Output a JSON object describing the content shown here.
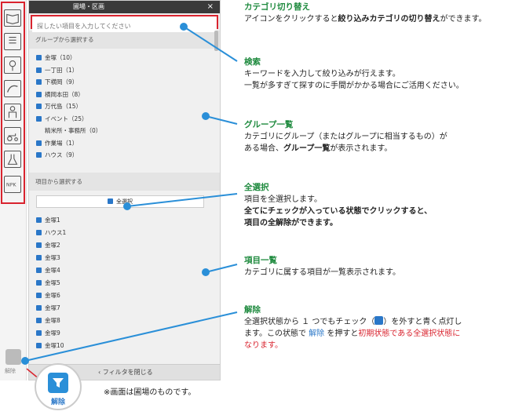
{
  "panel": {
    "title": "圃場・区画",
    "close": "×",
    "search_placeholder": "探したい項目を入力してください",
    "group_section": "グループから選択する",
    "groups": [
      "金塚（10）",
      "一丁田（1）",
      "下横岡（9）",
      "横岡本田（8）",
      "万代島（15）",
      "イベント（25）"
    ],
    "group_nocb": "精米所・事務所（0）",
    "groups2": [
      "作業場（1）",
      "ハウス（9）"
    ],
    "item_section": "項目から選択する",
    "select_all": "全選択",
    "items": [
      "金塚1",
      "ハウス1",
      "金塚2",
      "金塚3",
      "金塚4",
      "金塚5",
      "金塚6",
      "金塚7",
      "金塚8",
      "金塚9",
      "金塚10"
    ],
    "footer": "‹ フィルタを閉じる",
    "rail_filter_label": "解除"
  },
  "annotations": {
    "category": {
      "title": "カテゴリ切り替え",
      "l1a": "アイコンをクリックすると",
      "l1b": "絞り込みカテゴリの切り替え",
      "l1c": "ができます。"
    },
    "search": {
      "title": "検索",
      "l1": "キーワードを入力して絞り込みが行えます。",
      "l2": "一覧が多すぎて探すのに手間がかかる場合にご活用ください。"
    },
    "group": {
      "title": "グループ一覧",
      "l1": "カテゴリにグループ（またはグループに相当するもの）が",
      "l2a": "ある場合、",
      "l2b": "グループ一覧",
      "l2c": "が表示されます。"
    },
    "selectall": {
      "title": "全選択",
      "l1": "項目を全選択します。",
      "l2": "全てにチェックが入っている状態でクリックすると、",
      "l3": "項目の全解除ができます。"
    },
    "itemlist": {
      "title": "項目一覧",
      "l1": "カテゴリに属する項目が一覧表示されます。"
    },
    "release": {
      "title": "解除",
      "l1a": "全選択状態から １ つでもチェック（",
      "l1b": "）を外すと青く点灯し",
      "l2a": "ます。この状態で ",
      "l2b": "解除",
      "l2c": " を押すと",
      "l2d": "初期状態である全選択状態に",
      "l3": "なります。"
    }
  },
  "big_button_label": "解除",
  "note": "※画面は圃場のものです。",
  "colors": {
    "accent_blue": "#2a77c8",
    "highlight_red": "#d9232e",
    "title_green": "#1e8a3e",
    "line_blue": "#2a8fd8"
  }
}
